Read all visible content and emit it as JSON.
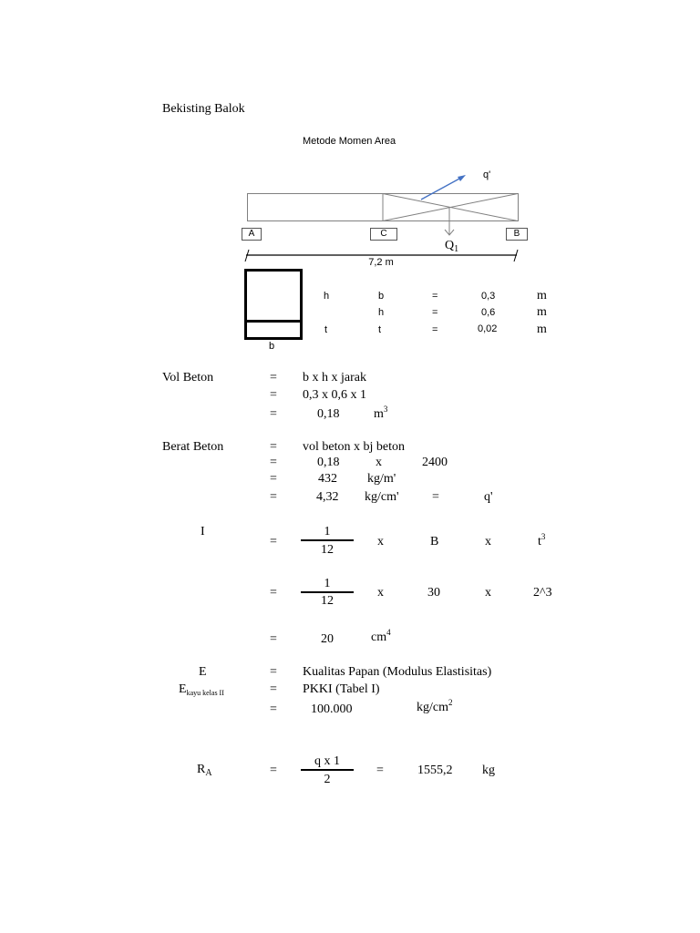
{
  "title": "Bekisting Balok",
  "diagram": {
    "method_title": "Metode Momen Area",
    "load_label": "q'",
    "point_a": "A",
    "point_c": "C",
    "point_b": "B",
    "resultant_main": "Q",
    "resultant_sub": "1",
    "span_label": "7,2 m"
  },
  "section": {
    "h_label": "h",
    "t_label": "t",
    "b_label": "b",
    "rows": [
      {
        "sym": "b",
        "eq": "=",
        "val": "0,3",
        "unit": "m"
      },
      {
        "sym": "h",
        "eq": "=",
        "val": "0,6",
        "unit": "m"
      },
      {
        "sym": "t",
        "eq": "=",
        "val": "0,02",
        "unit": "m"
      }
    ]
  },
  "vol_beton": {
    "label": "Vol Beton",
    "eq": "=",
    "line1": "b x h x jarak",
    "line2": "0,3 x 0,6 x 1",
    "value": "0,18",
    "unit_main": "m",
    "unit_sup": "3"
  },
  "berat_beton": {
    "label": "Berat Beton",
    "eq": "=",
    "line1": "vol beton x bj beton",
    "r2_a": "0,18",
    "r2_x": "x",
    "r2_b": "2400",
    "r3_a": "432",
    "r3_unit": "kg/m'",
    "r4_a": "4,32",
    "r4_unit": "kg/cm'",
    "r4_eq": "=",
    "r4_q": "q'"
  },
  "inertia": {
    "label": "I",
    "eq": "=",
    "f1_num": "1",
    "f1_den": "12",
    "f1_x1": "x",
    "f1_b": "B",
    "f1_x2": "x",
    "f1_t": "t",
    "f1_t_sup": "3",
    "f2_num": "1",
    "f2_den": "12",
    "f2_x1": "x",
    "f2_b": "30",
    "f2_x2": "x",
    "f2_t": "2^3",
    "result": "20",
    "result_unit": "cm",
    "result_unit_sup": "4"
  },
  "elastic": {
    "e_label": "E",
    "e2_main": "E",
    "e2_sub": "kayu kelas II",
    "eq": "=",
    "line1": "Kualitas Papan (Modulus Elastisitas)",
    "line2": "PKKI (Tabel I)",
    "value": "100.000",
    "unit": "kg/cm",
    "unit_sup": "2"
  },
  "reaction": {
    "label_main": "R",
    "label_sub": "A",
    "eq": "=",
    "num": "q x 1",
    "den": "2",
    "eq2": "=",
    "value": "1555,2",
    "unit": "kg"
  }
}
